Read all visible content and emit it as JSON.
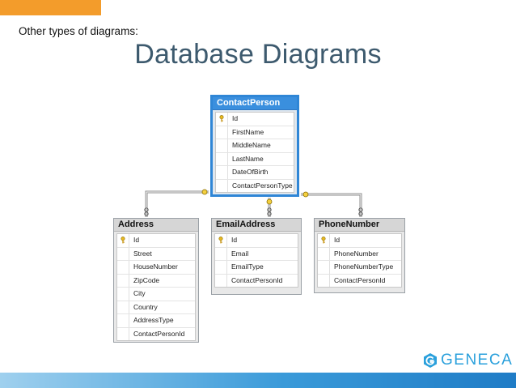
{
  "slide": {
    "subtitle": "Other types of diagrams:",
    "title": "Database Diagrams"
  },
  "tables": {
    "contact_person": {
      "name": "ContactPerson",
      "columns": [
        "Id",
        "FirstName",
        "MiddleName",
        "LastName",
        "DateOfBirth",
        "ContactPersonType"
      ]
    },
    "address": {
      "name": "Address",
      "columns": [
        "Id",
        "Street",
        "HouseNumber",
        "ZipCode",
        "City",
        "Country",
        "AddressType",
        "ContactPersonId"
      ]
    },
    "email_address": {
      "name": "EmailAddress",
      "columns": [
        "Id",
        "Email",
        "EmailType",
        "ContactPersonId"
      ]
    },
    "phone_number": {
      "name": "PhoneNumber",
      "columns": [
        "Id",
        "PhoneNumber",
        "PhoneNumberType",
        "ContactPersonId"
      ]
    }
  },
  "icons": {
    "primary_key": "key-icon",
    "logo": "geneca-logo-icon"
  },
  "logo": {
    "text": "GENECA"
  },
  "colors": {
    "accent_orange": "#f39c2b",
    "title_blue": "#3d5a6e",
    "selected_border": "#2f86d6",
    "brand_blue": "#2aa0dc"
  }
}
